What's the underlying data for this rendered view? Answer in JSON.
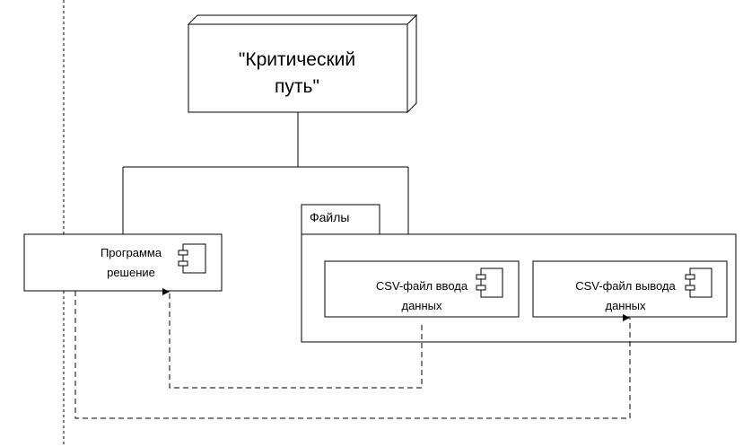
{
  "node": {
    "title_line1": "\"Критический",
    "title_line2": "путь\""
  },
  "program": {
    "line1": "Программа",
    "line2": "решение"
  },
  "package": {
    "title": "Файлы"
  },
  "csv_input": {
    "line1": "CSV-файл ввода",
    "line2": "данных"
  },
  "csv_output": {
    "line1": "CSV-файл вывода",
    "line2": "данных"
  },
  "colors": {
    "stroke": "#000000",
    "background": "#ffffff"
  }
}
